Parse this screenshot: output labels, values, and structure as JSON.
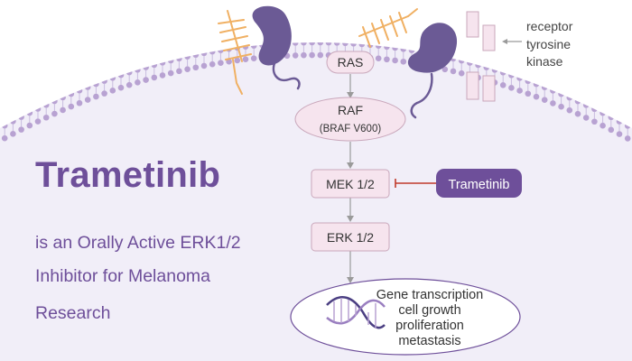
{
  "title": "Trametinib",
  "subtitle_lines": [
    "is an Orally Active ERK1/2",
    "Inhibitor for Melanoma",
    "Research"
  ],
  "pathway": {
    "ras": "RAS",
    "raf": "RAF",
    "raf_mutation": "(BRAF V600)",
    "mek": "MEK 1/2",
    "erk": "ERK 1/2",
    "inhibitor": "Trametinib"
  },
  "receptor_label": [
    "receptor",
    "tyrosine",
    "kinase"
  ],
  "outcomes": [
    "Gene transcription",
    "cell growth",
    "proliferation",
    "metastasis"
  ],
  "colors": {
    "background": "#f1eef8",
    "membrane_bead": "#b8a2d2",
    "membrane_line": "#c9bcdf",
    "node_fill": "#f6e4ee",
    "node_stroke": "#c9a7bb",
    "brand_purple": "#6e4f9a",
    "kinase_purple": "#6b5a95",
    "inhibition_red": "#c0392b",
    "helix_orange": "#f0b063",
    "arrow_gray": "#9a9a9a"
  },
  "icons": [
    "dna-helix-icon",
    "receptor-icon",
    "ligand-helix-icon"
  ]
}
